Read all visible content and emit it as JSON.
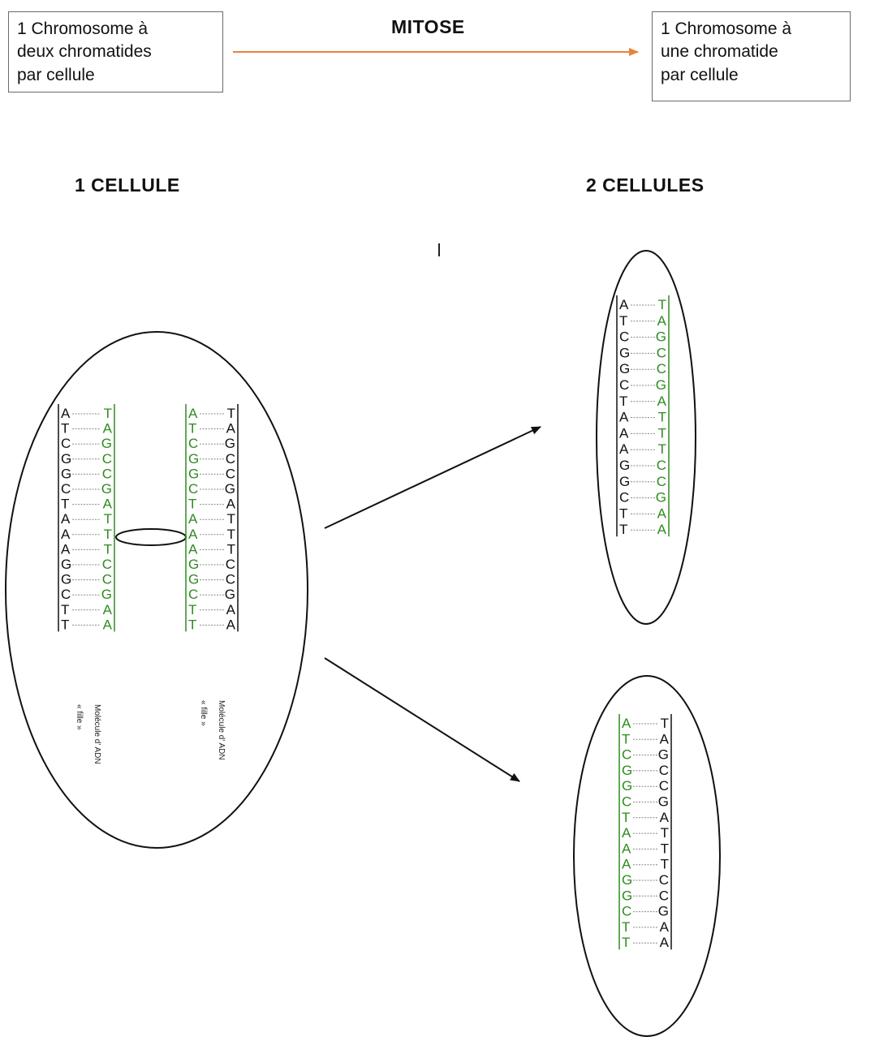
{
  "box_left": {
    "lines": [
      "1 Chromosome à",
      "deux chromatides",
      "par cellule"
    ]
  },
  "title": "MITOSE",
  "box_right": {
    "lines": [
      "1 Chromosome à",
      "une chromatide",
      "par cellule"
    ]
  },
  "heading_left": "1 CELLULE",
  "heading_right": "2 CELLULES",
  "tick_text": "I",
  "colors": {
    "parental": "#111111",
    "new_strand": "#2e8b1f",
    "arrow_orange": "#e8833a"
  },
  "strand_label": {
    "line1": "Molécule  d'  ADN",
    "line2": "« fille »"
  },
  "chromatids": {
    "left_chromatid": {
      "left": [
        "A",
        "T",
        "C",
        "G",
        "G",
        "C",
        "T",
        "A",
        "A",
        "A",
        "G",
        "G",
        "C",
        "T",
        "T"
      ],
      "right": [
        "T",
        "A",
        "G",
        "C",
        "C",
        "G",
        "A",
        "T",
        "T",
        "T",
        "C",
        "C",
        "G",
        "A",
        "A"
      ]
    },
    "right_chromatid": {
      "left": [
        "A",
        "T",
        "C",
        "G",
        "G",
        "C",
        "T",
        "A",
        "A",
        "A",
        "G",
        "G",
        "C",
        "T",
        "T"
      ],
      "right": [
        "T",
        "A",
        "G",
        "C",
        "C",
        "G",
        "A",
        "T",
        "T",
        "T",
        "C",
        "C",
        "G",
        "A",
        "A"
      ]
    },
    "top_daughter": {
      "left": [
        "A",
        "T",
        "C",
        "G",
        "G",
        "C",
        "T",
        "A",
        "A",
        "A",
        "G",
        "G",
        "C",
        "T",
        "T"
      ],
      "right": [
        "T",
        "A",
        "G",
        "C",
        "C",
        "G",
        "A",
        "T",
        "T",
        "T",
        "C",
        "C",
        "G",
        "A",
        "A"
      ]
    },
    "bottom_daughter": {
      "left": [
        "A",
        "T",
        "C",
        "G",
        "G",
        "C",
        "T",
        "A",
        "A",
        "A",
        "G",
        "G",
        "C",
        "T",
        "T"
      ],
      "right": [
        "T",
        "A",
        "G",
        "C",
        "C",
        "G",
        "A",
        "T",
        "T",
        "T",
        "C",
        "C",
        "G",
        "A",
        "A"
      ]
    }
  }
}
